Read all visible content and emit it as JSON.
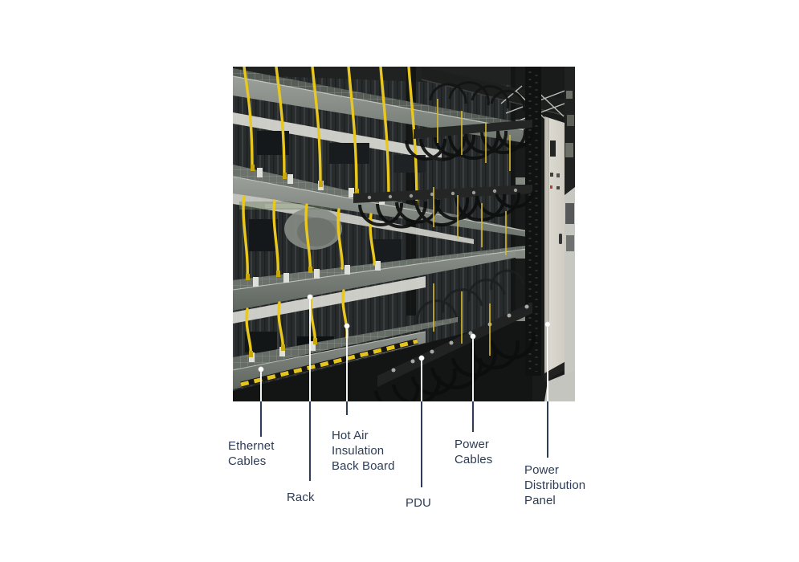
{
  "figure": {
    "subject": "server-rack-photo"
  },
  "callouts": [
    {
      "id": "ethernet-cables",
      "label": "Ethernet Cables"
    },
    {
      "id": "rack",
      "label": "Rack"
    },
    {
      "id": "hot-air-insulation-back-board",
      "label": "Hot Air Insulation Back Board"
    },
    {
      "id": "pdu",
      "label": "PDU"
    },
    {
      "id": "power-cables",
      "label": "Power Cables"
    },
    {
      "id": "power-distribution-panel",
      "label": "Power Distribution Panel"
    }
  ],
  "colors": {
    "label_text": "#2c3c56",
    "leader_line": "#2e3d57",
    "leader_line_in_photo": "#ffffff",
    "ethernet_cable_yellow": "#e8c71f",
    "power_cable_black": "#101211",
    "rack_gray": "#8a9089",
    "cabinet_beige": "#d8d5cc",
    "floor_gray": "#c8c8c3",
    "background": "#ffffff"
  }
}
